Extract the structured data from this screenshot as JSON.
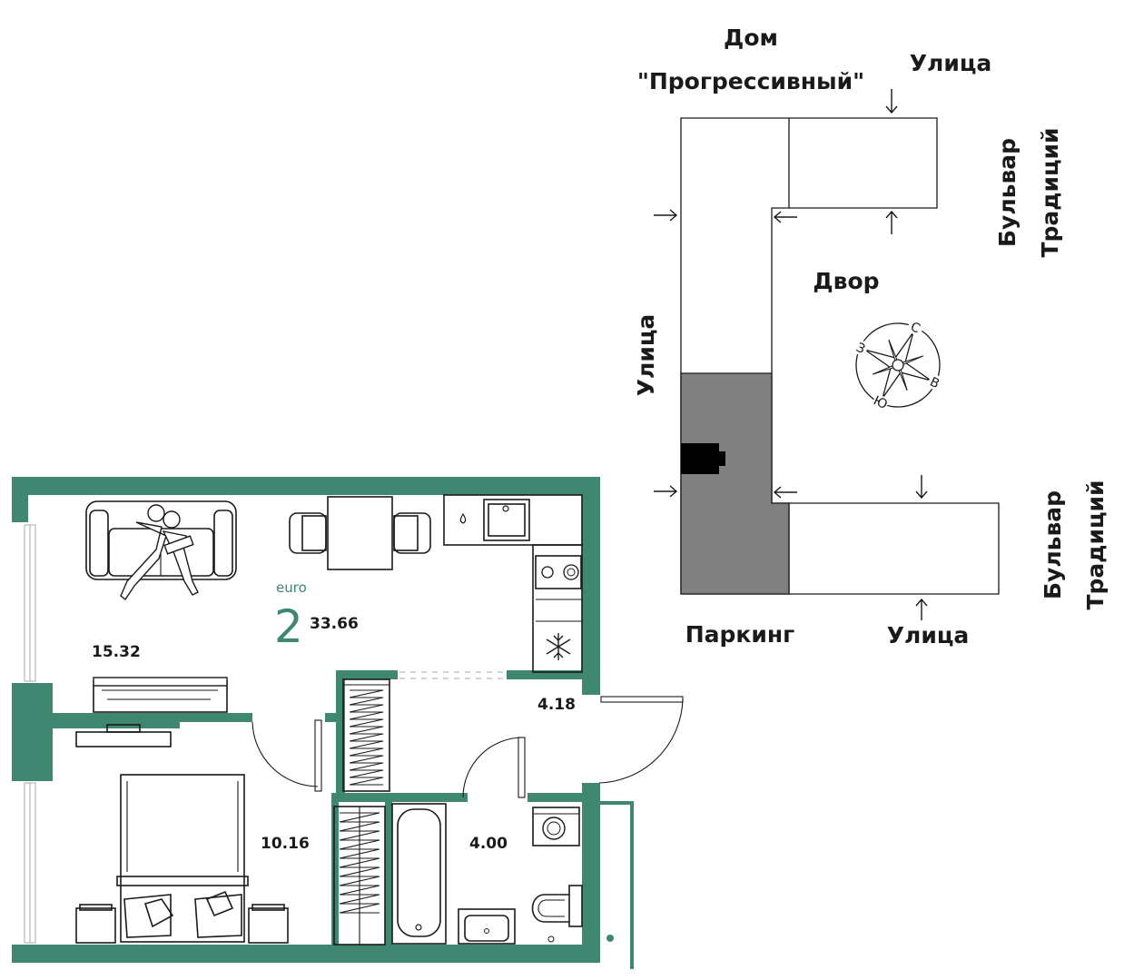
{
  "site_plan": {
    "building_line1": "Дом",
    "building_line2": "\"Прогрессивный\"",
    "street_top": "Улица",
    "street_left": "Улица",
    "street_bottom": "Улица",
    "boulevard_upper_line1": "Бульвар",
    "boulevard_upper_line2": "Традиций",
    "boulevard_lower_line1": "Бульвар",
    "boulevard_lower_line2": "Традиций",
    "courtyard": "Двор",
    "parking": "Паркинг",
    "compass": {
      "n": "С",
      "e": "В",
      "s": "Ю",
      "w": "З"
    }
  },
  "apartment": {
    "type_label": "euro",
    "rooms": "2",
    "total_area": "33.66",
    "area_living_kitchen": "15.32",
    "area_hall": "4.18",
    "area_bedroom": "10.16",
    "area_bathroom": "4.00"
  },
  "colors": {
    "wall": "#3f8770",
    "parking": "#808080",
    "ink": "#1a1a1a"
  }
}
